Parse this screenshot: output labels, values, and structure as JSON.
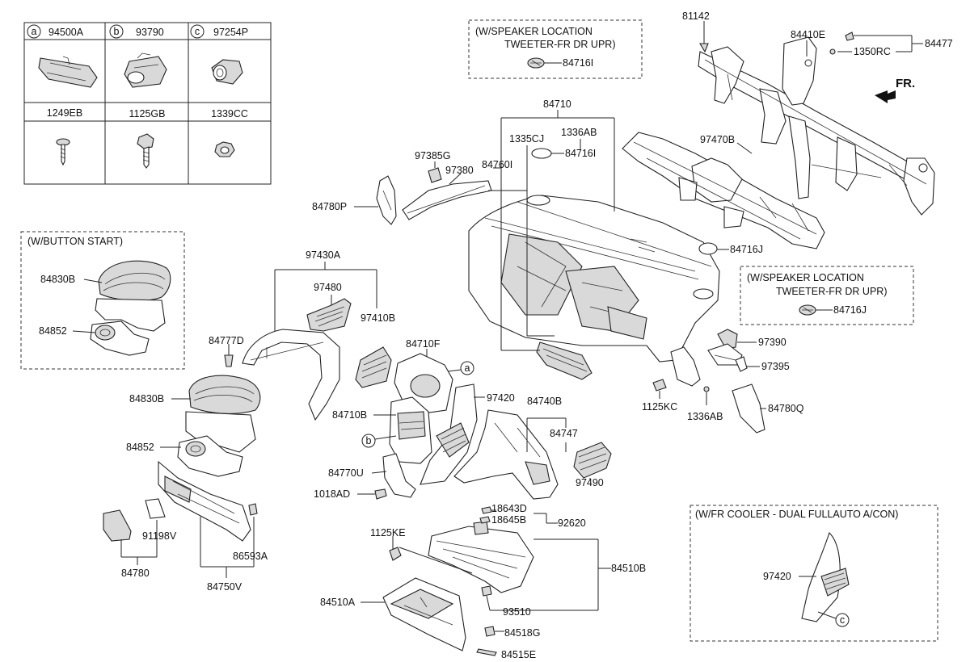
{
  "legend": {
    "cells": [
      {
        "marker": "a",
        "part": "94500A"
      },
      {
        "marker": "b",
        "part": "93790"
      },
      {
        "marker": "c",
        "part": "97254P"
      }
    ],
    "fasteners": [
      "1249EB",
      "1125GB",
      "1339CC"
    ]
  },
  "callouts": {
    "speaker1_title_l1": "(W/SPEAKER LOCATION",
    "speaker1_title_l2": "TWEETER-FR DR UPR)",
    "speaker1_part": "84716I",
    "speaker2_title_l1": "(W/SPEAKER LOCATION",
    "speaker2_title_l2": "TWEETER-FR DR UPR)",
    "speaker2_part": "84716J",
    "button_start_title": "(W/BUTTON START)",
    "cooler_title": "(W/FR COOLER - DUAL FULLAUTO A/CON)"
  },
  "labels": {
    "p81142": "81142",
    "p84410E": "84410E",
    "p84477": "84477",
    "p1350RC": "1350RC",
    "fr": "FR.",
    "p84710": "84710",
    "p1335CJ": "1335CJ",
    "p1336AB_top": "1336AB",
    "p84716I": "84716I",
    "p97385G": "97385G",
    "p97380": "97380",
    "p84760I": "84760I",
    "p97470B": "97470B",
    "p84780P": "84780P",
    "p84716J": "84716J",
    "p84830B_box": "84830B",
    "p84852_box": "84852",
    "p97430A": "97430A",
    "p97480": "97480",
    "p97410B": "97410B",
    "p97390": "97390",
    "p97395": "97395",
    "p84777D": "84777D",
    "p84710F": "84710F",
    "p1125KC": "1125KC",
    "p1336AB_bot": "1336AB",
    "p84780Q": "84780Q",
    "p84830B": "84830B",
    "p97420": "97420",
    "p84740B": "84740B",
    "p84710B": "84710B",
    "p84747": "84747",
    "p84852": "84852",
    "p84770U": "84770U",
    "p97490": "97490",
    "p1018AD": "1018AD",
    "p18643D": "18643D",
    "p18645B": "18645B",
    "p92620": "92620",
    "p1125KE": "1125KE",
    "p91198V": "91198V",
    "p86593A": "86593A",
    "p84780": "84780",
    "p84750V": "84750V",
    "p84510B": "84510B",
    "p84510A": "84510A",
    "p93510": "93510",
    "p84518G": "84518G",
    "p84515E": "84515E",
    "p97420_cooler": "97420"
  },
  "markers": {
    "a": "a",
    "b": "b",
    "c": "c"
  }
}
